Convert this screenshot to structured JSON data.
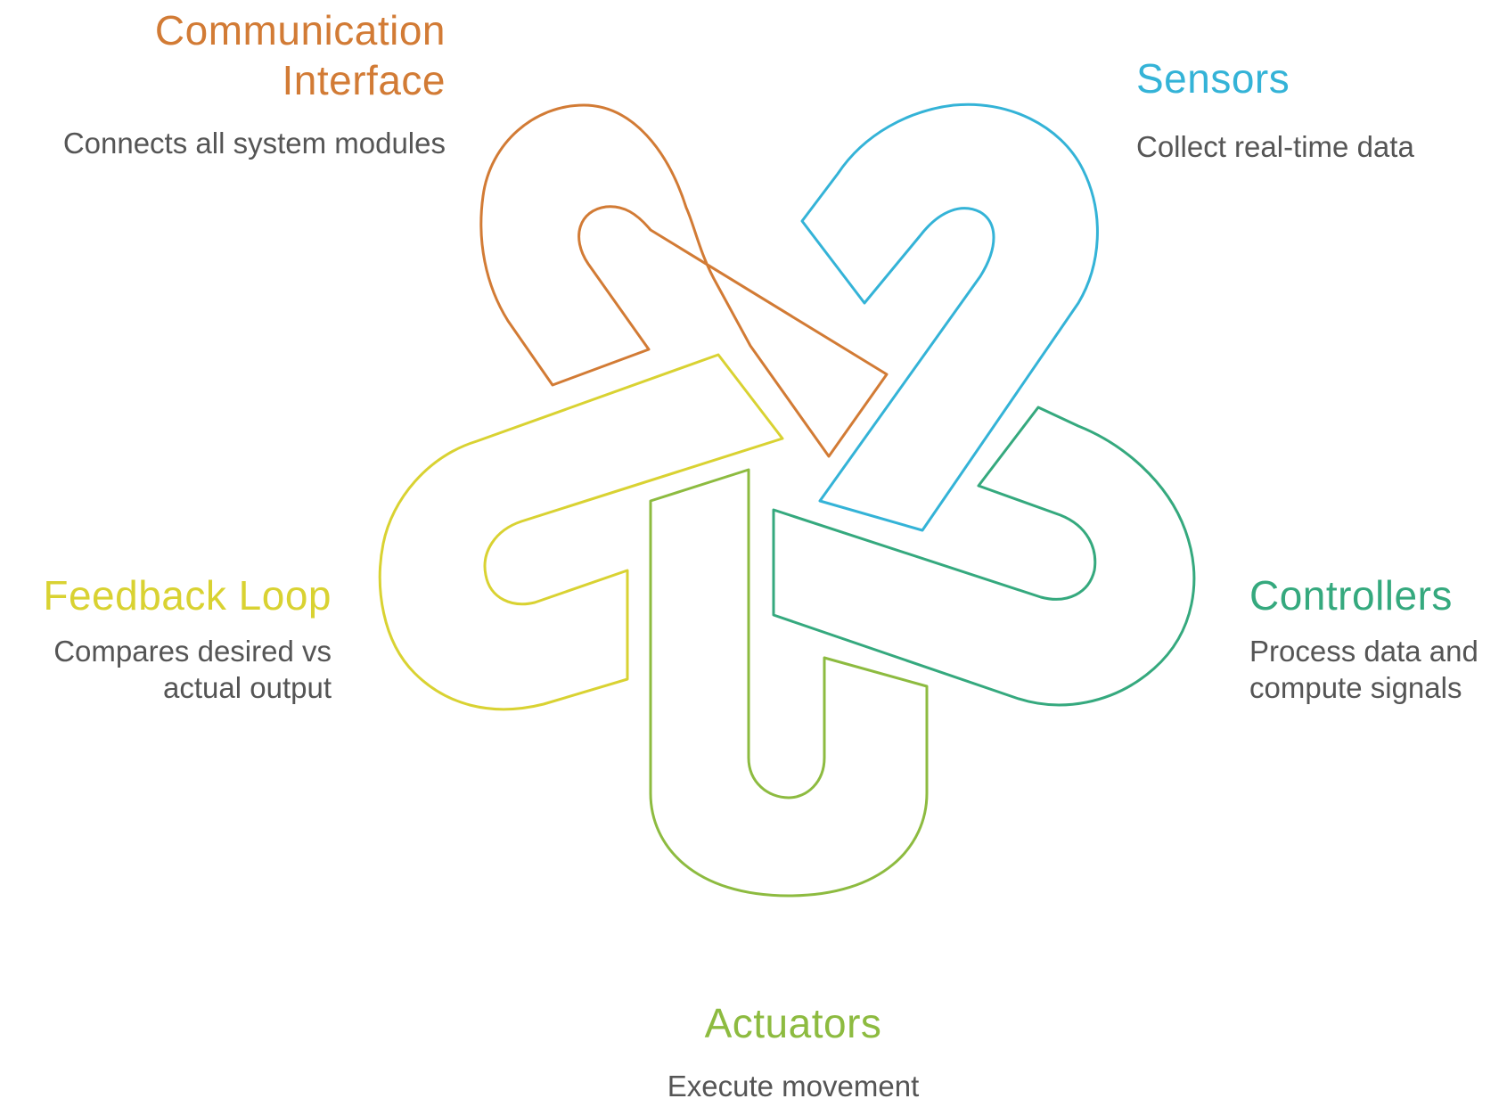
{
  "colors": {
    "communication": "#D27B35",
    "sensors": "#34B3D7",
    "controllers": "#35A97E",
    "feedback": "#D9D232",
    "actuators": "#8DBB40"
  },
  "components": {
    "communication": {
      "title": "Communication Interface",
      "desc": "Connects all system modules"
    },
    "sensors": {
      "title": "Sensors",
      "desc": "Collect real-time data"
    },
    "controllers": {
      "title": "Controllers",
      "desc": "Process data and compute signals"
    },
    "feedback": {
      "title": "Feedback Loop",
      "desc": "Compares desired vs actual output"
    },
    "actuators": {
      "title": "Actuators",
      "desc": "Execute movement"
    }
  }
}
